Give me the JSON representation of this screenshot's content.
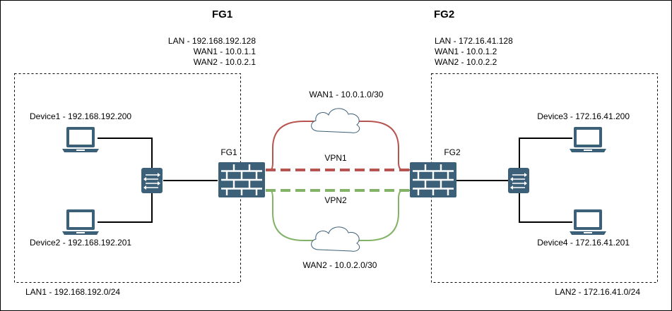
{
  "fg1": {
    "title": "FG1",
    "label": "FG1",
    "lan": "LAN - 192.168.192.128",
    "wan1": "WAN1 - 10.0.1.1",
    "wan2": "WAN2 - 10.0.2.1"
  },
  "fg2": {
    "title": "FG2",
    "label": "FG2",
    "lan": "LAN - 172.16.41.128",
    "wan1": "WAN1 - 10.0.1.2",
    "wan2": "WAN2 - 10.0.2.2"
  },
  "devices": {
    "device1": "Device1 - 192.168.192.200",
    "device2": "Device2 - 192.168.192.201",
    "device3": "Device3 - 172.16.41.200",
    "device4": "Device4 - 172.16.41.201"
  },
  "links": {
    "wan1": "WAN1 - 10.0.1.0/30",
    "wan2": "WAN2 - 10.0.2.0/30",
    "vpn1": "VPN1",
    "vpn2": "VPN2"
  },
  "lans": {
    "lan1": "LAN1 - 192.168.192.0/24",
    "lan2": "LAN2 - 172.16.41.0/24"
  },
  "colors": {
    "wan1": "#b85450",
    "wan2": "#82b366",
    "firewall": "#3d6079",
    "switch": "#3d6079",
    "laptop": "#3d6079"
  },
  "icons": {
    "firewall": "firewall-icon",
    "switch": "switch-icon",
    "laptop": "laptop-icon",
    "cloud": "cloud-icon"
  }
}
